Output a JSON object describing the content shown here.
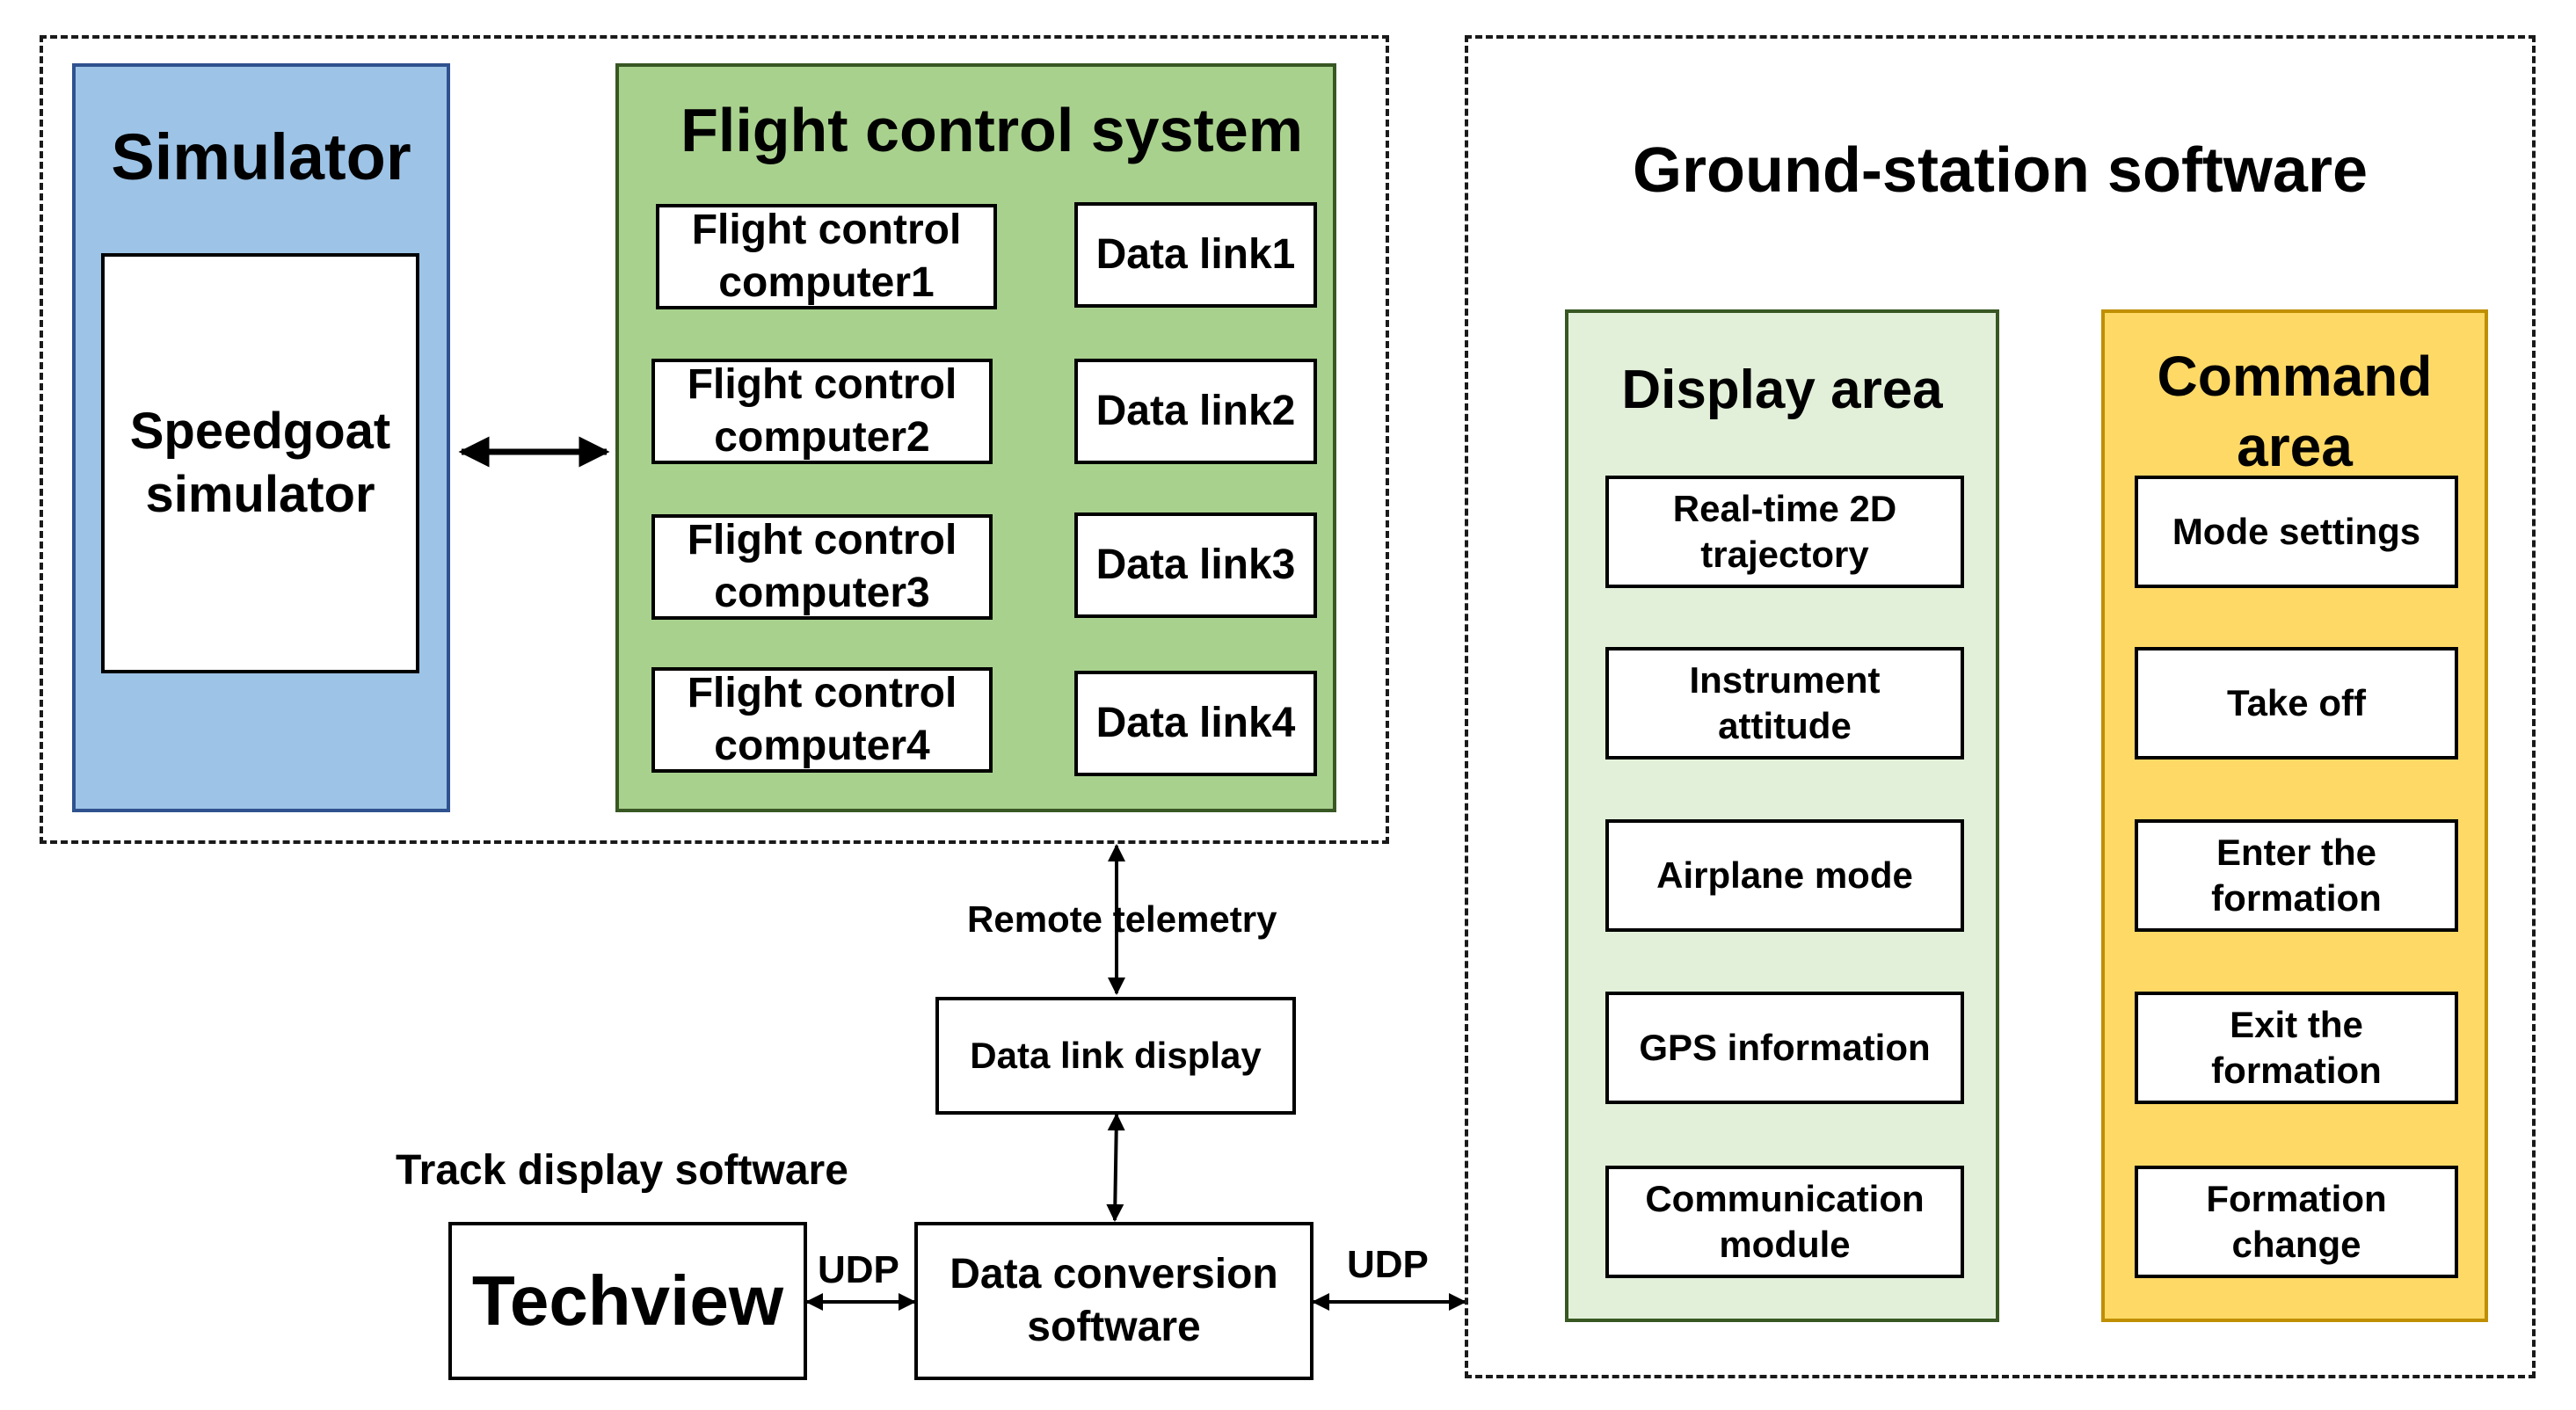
{
  "simulator": {
    "title": "Simulator",
    "inner": "Speedgoat\nsimulator"
  },
  "fcs": {
    "title": "Flight control system",
    "computers": [
      "Flight control\ncomputer1",
      "Flight control\ncomputer2",
      "Flight control\ncomputer3",
      "Flight control\ncomputer4"
    ],
    "links": [
      "Data link1",
      "Data link2",
      "Data link3",
      "Data link4"
    ]
  },
  "ground": {
    "title": "Ground-station software",
    "display_area": {
      "title": "Display area",
      "items": [
        "Real-time 2D\ntrajectory",
        "Instrument\nattitude",
        "Airplane mode",
        "GPS information",
        "Communication\nmodule"
      ]
    },
    "command_area": {
      "title": "Command\narea",
      "items": [
        "Mode settings",
        "Take off",
        "Enter the\nformation",
        "Exit the\nformation",
        "Formation\nchange"
      ]
    }
  },
  "bottom": {
    "remote": "Remote telemetry",
    "data_link_display": "Data link display",
    "track_display": "Track display software",
    "techview": "Techview",
    "conversion": "Data conversion\nsoftware",
    "udp_left": "UDP",
    "udp_right": "UDP"
  },
  "colors": {
    "simulator_bg": "#9dc3e6",
    "fcs_bg": "#a9d18e",
    "display_bg": "#e2f0d9",
    "command_bg": "#ffd966"
  }
}
